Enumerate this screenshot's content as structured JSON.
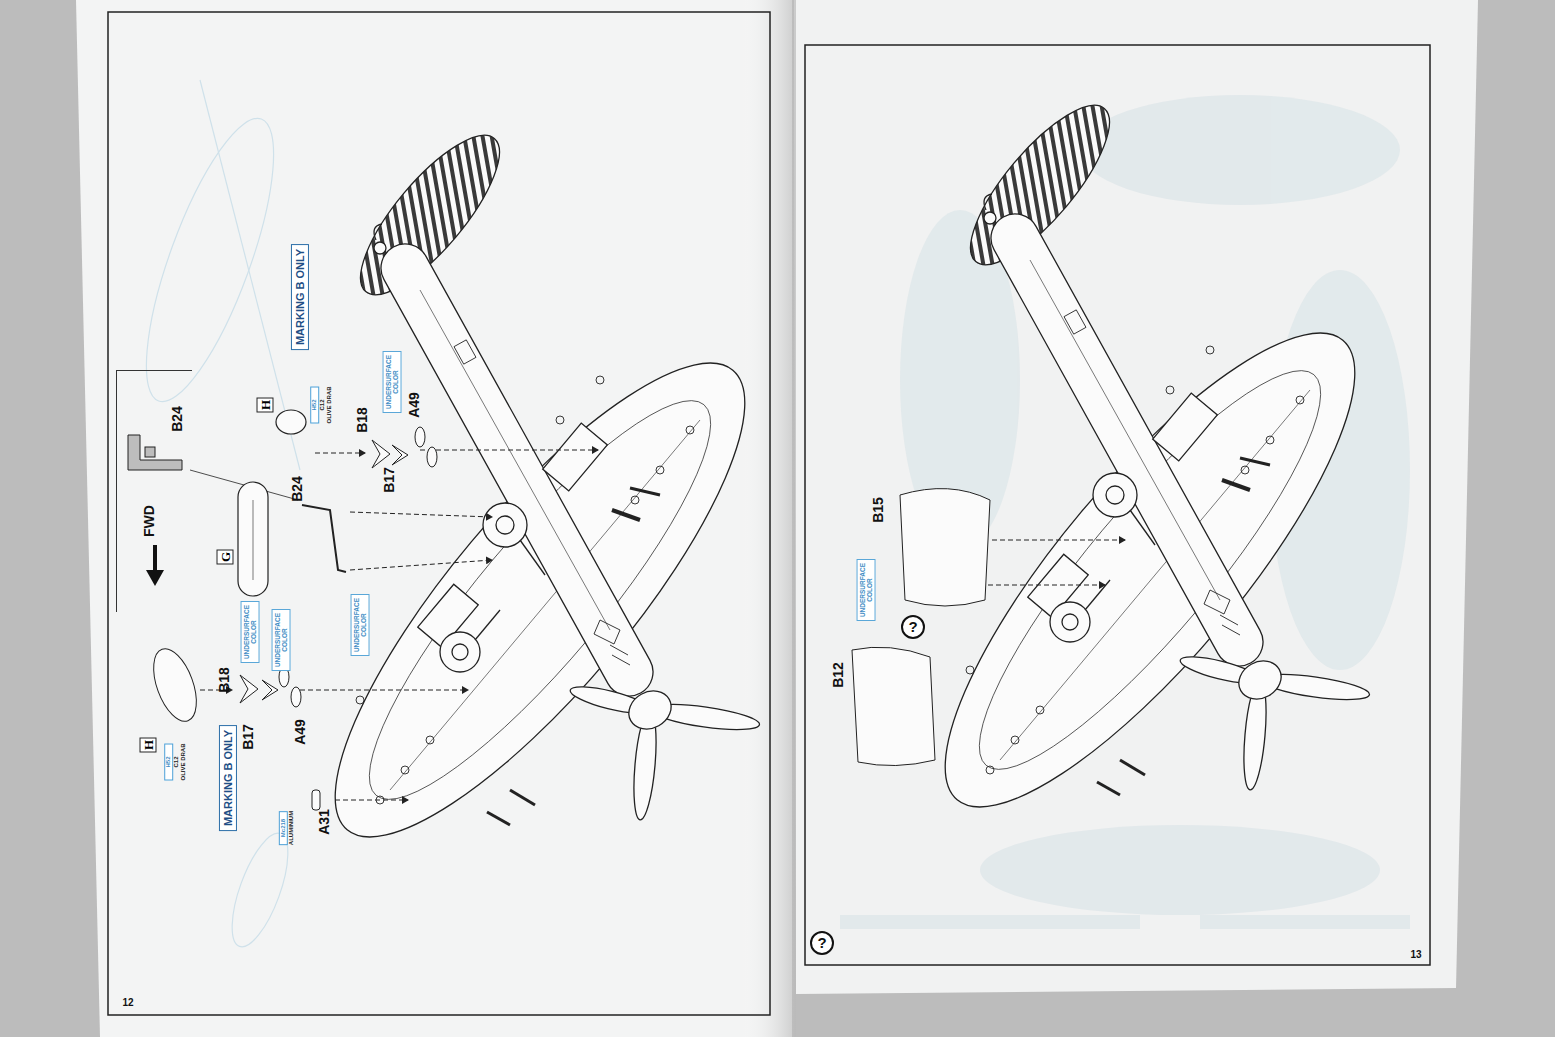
{
  "diagram": {
    "nodes": [
      {
        "text": [
          "B24",
          "FWD"
        ]
      },
      {
        "text": [
          "H"
        ]
      },
      {
        "text": [
          "MARKING B ONLY"
        ]
      },
      {
        "text": [
          "H52",
          "C12",
          "OLIVE DRAB"
        ]
      },
      {
        "text": [
          "UNDERSURFACE COLOR"
        ]
      },
      {
        "text": [
          "G"
        ]
      },
      {
        "text": [
          "UNDERSURFACE COLOR"
        ]
      },
      {
        "text": [
          "UNDERSURFACE COLOR"
        ]
      },
      {
        "text": [
          "H"
        ]
      },
      {
        "text": [
          "H52",
          "C12",
          "OLIVE DRAB"
        ]
      },
      {
        "text": [
          "MARKING B ONLY"
        ]
      },
      {
        "text": [
          "UNDERSURFACE COLOR"
        ]
      },
      {
        "text": [
          "Mc218",
          "ALUMINIUM"
        ]
      },
      {
        "text": [
          "UNDERSURFACE COLOR"
        ]
      },
      {
        "text": [
          "?"
        ]
      },
      {
        "text": [
          "?"
        ]
      }
    ],
    "labels": [
      "B24",
      "B18",
      "B17",
      "A49",
      "B18",
      "B17",
      "A49",
      "A31",
      "12",
      "B15",
      "B12",
      "13"
    ]
  }
}
